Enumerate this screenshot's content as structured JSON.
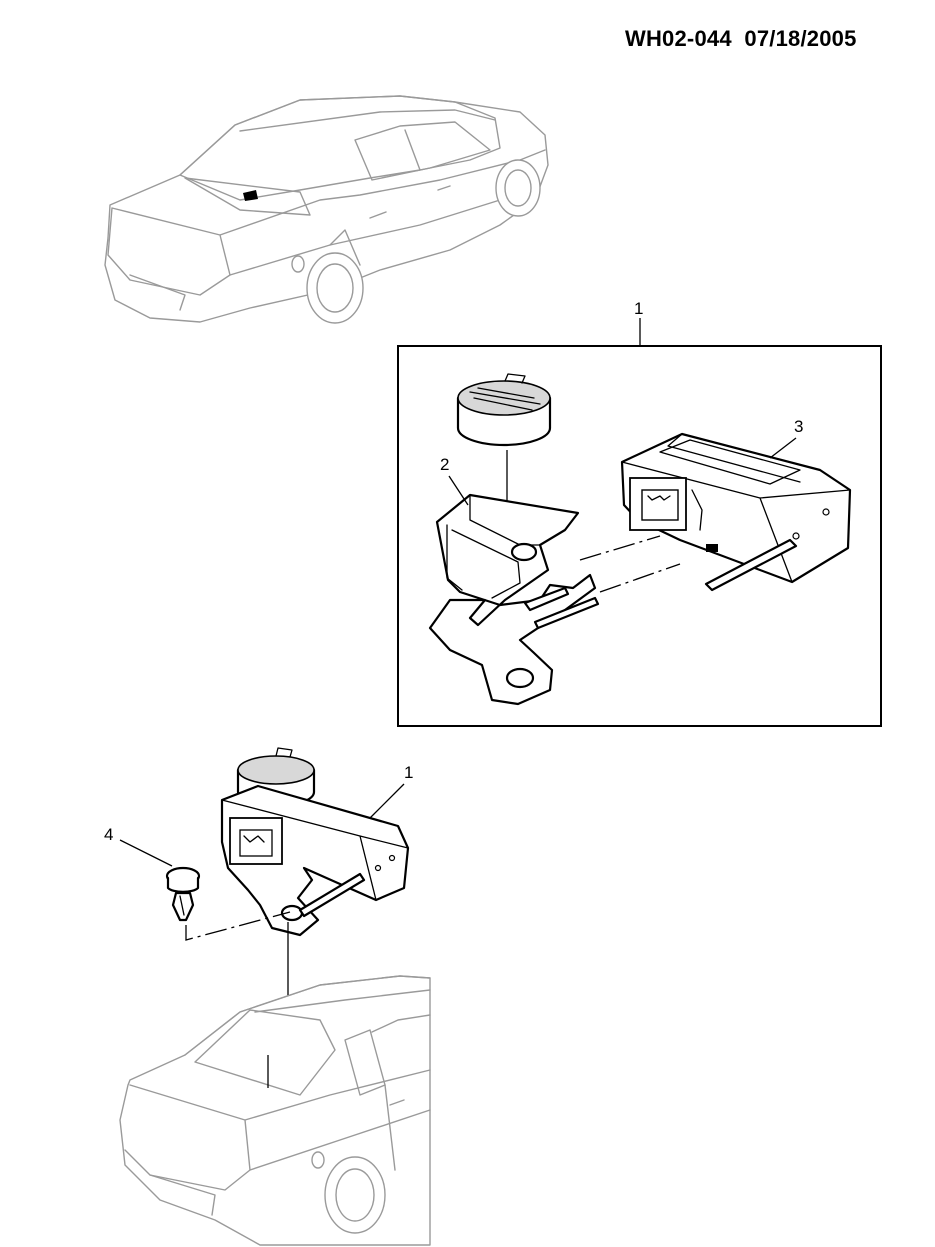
{
  "header": {
    "code": "WH02-044",
    "date": "07/18/2005"
  },
  "callouts": {
    "c1_top": "1",
    "c2": "2",
    "c3": "3",
    "c1_bottom": "1",
    "c4": "4"
  },
  "icons": [
    "car-rear-view",
    "buzzer",
    "bracket",
    "control-module",
    "push-clip"
  ]
}
